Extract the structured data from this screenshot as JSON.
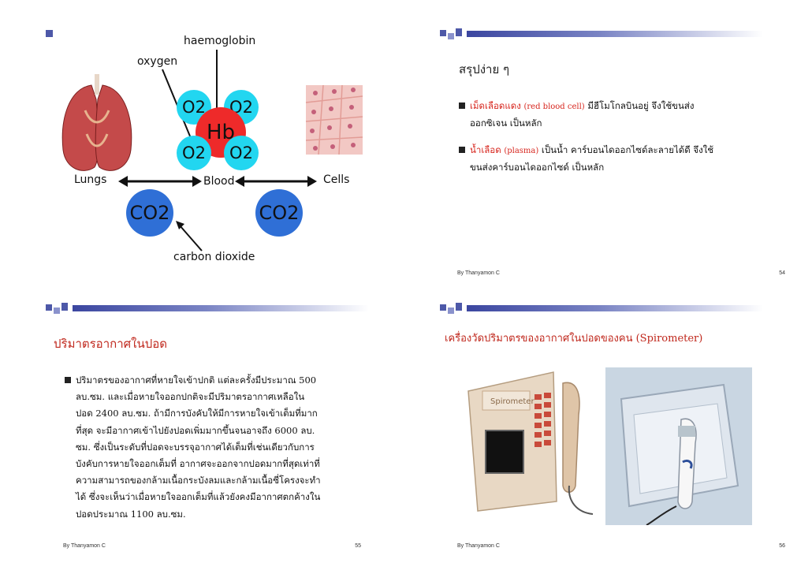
{
  "slide53": {
    "labels": {
      "haemoglobin": "haemoglobin",
      "oxygen": "oxygen",
      "lungs": "Lungs",
      "blood": "Blood",
      "cells": "Cells",
      "carbon_dioxide": "carbon dioxide"
    },
    "molecules": {
      "o2": "O2",
      "hb": "Hb",
      "co2": "CO2"
    },
    "colors": {
      "o2": "#22d6f0",
      "hb": "#ee2a2a",
      "co2": "#2f6fd6"
    }
  },
  "slide54": {
    "title": "สรุปง่าย ๆ",
    "bullets": [
      {
        "highlight": "เม็ดเลือดแดง",
        "highlight_en": "(red blood cell)",
        "rest_line1": " มีฮีโมโกลบินอยู่ จึงใช้ขนส่ง",
        "line2": "ออกซิเจน เป็นหลัก"
      },
      {
        "highlight": "น้ำเลือด",
        "highlight_en": "(plasma)",
        "rest_line1": " เป็นน้ำ คาร์บอนไดออกไซด์ละลายได้ดี จึงใช้",
        "line2": "ขนส่งคาร์บอนไดออกไซด์ เป็นหลัก"
      }
    ],
    "footer_author": "By Thanyamon C",
    "page": "54"
  },
  "slide55": {
    "title": "ปริมาตรอากาศในปอด",
    "paragraph_lines": [
      "ปริมาตรของอากาศที่หายใจเข้าปกติ แต่ละครั้งมีประมาณ 500",
      "ลบ.ซม. และเมื่อหายใจออกปกติจะมีปริมาตรอากาศเหลือใน",
      "ปอด 2400 ลบ.ซม. ถ้ามีการบังคับให้มีการหายใจเข้าเต็มที่มาก",
      "ที่สุด จะมีอากาศเข้าไปยังปอดเพิ่มมากขึ้นจนอาจถึง 6000 ลบ.",
      "ซม. ซึ่งเป็นระดับที่ปอดจะบรรจุอากาศได้เต็มที่เช่นเดียวกับการ",
      "บังคับการหายใจออกเต็มที่ อากาศจะออกจากปอดมากที่สุดเท่าที่",
      "ความสามารถของกล้ามเนื้อกระบังลมและกล้ามเนื้อซี่โครงจะทำ",
      "ได้ ซึ่งจะเห็นว่าเมื่อหายใจออกเต็มที่แล้วยังคงมีอากาศตกค้างใน",
      "ปอดประมาณ 1100 ลบ.ซม."
    ],
    "footer_author": "By Thanyamon C",
    "page": "55"
  },
  "slide56": {
    "title": "เครื่องวัดปริมาตรของอากาศในปอดของคน (Spirometer)",
    "device_brand": "Spirometer",
    "footer_author": "By Thanyamon C",
    "page": "56"
  }
}
